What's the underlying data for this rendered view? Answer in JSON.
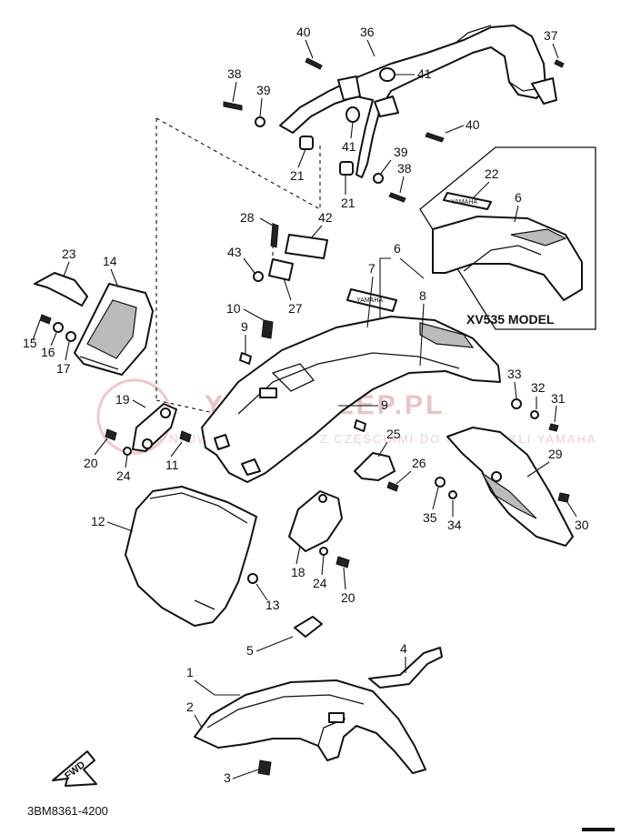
{
  "diagram": {
    "part_code": "3BM8361-4200",
    "model_label": "XV535 MODEL",
    "fwd_label": "FWD",
    "watermark": "YAMASKLEP.PL",
    "watermark_sub": "ZOJ  NAJWIĘKSZY SKLEP Z CZĘŚCIAMI DO MOTOCYKLI YAMAHA",
    "logo_text": "YAMAHA",
    "callouts": [
      "1",
      "2",
      "3",
      "4",
      "5",
      "6",
      "6",
      "7",
      "8",
      "9",
      "9",
      "10",
      "11",
      "12",
      "13",
      "14",
      "15",
      "16",
      "17",
      "18",
      "19",
      "20",
      "20",
      "21",
      "21",
      "22",
      "23",
      "24",
      "24",
      "25",
      "26",
      "27",
      "28",
      "29",
      "30",
      "31",
      "32",
      "33",
      "34",
      "35",
      "36",
      "37",
      "38",
      "38",
      "39",
      "39",
      "40",
      "40",
      "41",
      "41",
      "42",
      "43"
    ]
  }
}
